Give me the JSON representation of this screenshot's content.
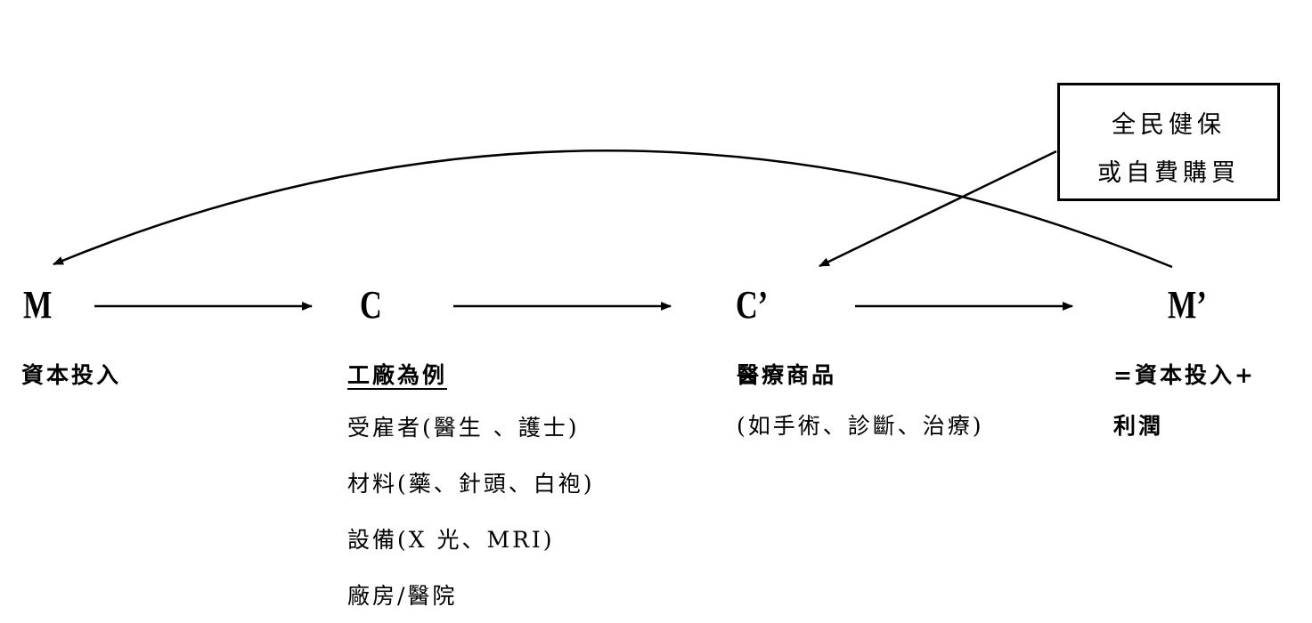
{
  "nodes": {
    "m": "M",
    "c": "C",
    "c_prime": "C’",
    "m_prime": "M’"
  },
  "labels": {
    "capital_input": "資本投入",
    "factory_example": "工廠為例",
    "employees": "受雇者(醫生 、護士)",
    "materials": "材料(藥、針頭、白袍)",
    "equipment": "設備(X 光、MRI)",
    "plant": "廠房/醫院",
    "medical_goods": "醫療商品",
    "medical_goods_examples": "(如手術、診斷、治療)",
    "capital_plus": "=資本投入+",
    "profit": "利潤"
  },
  "box": {
    "line1": "全民健保",
    "line2": "或自費購買"
  }
}
